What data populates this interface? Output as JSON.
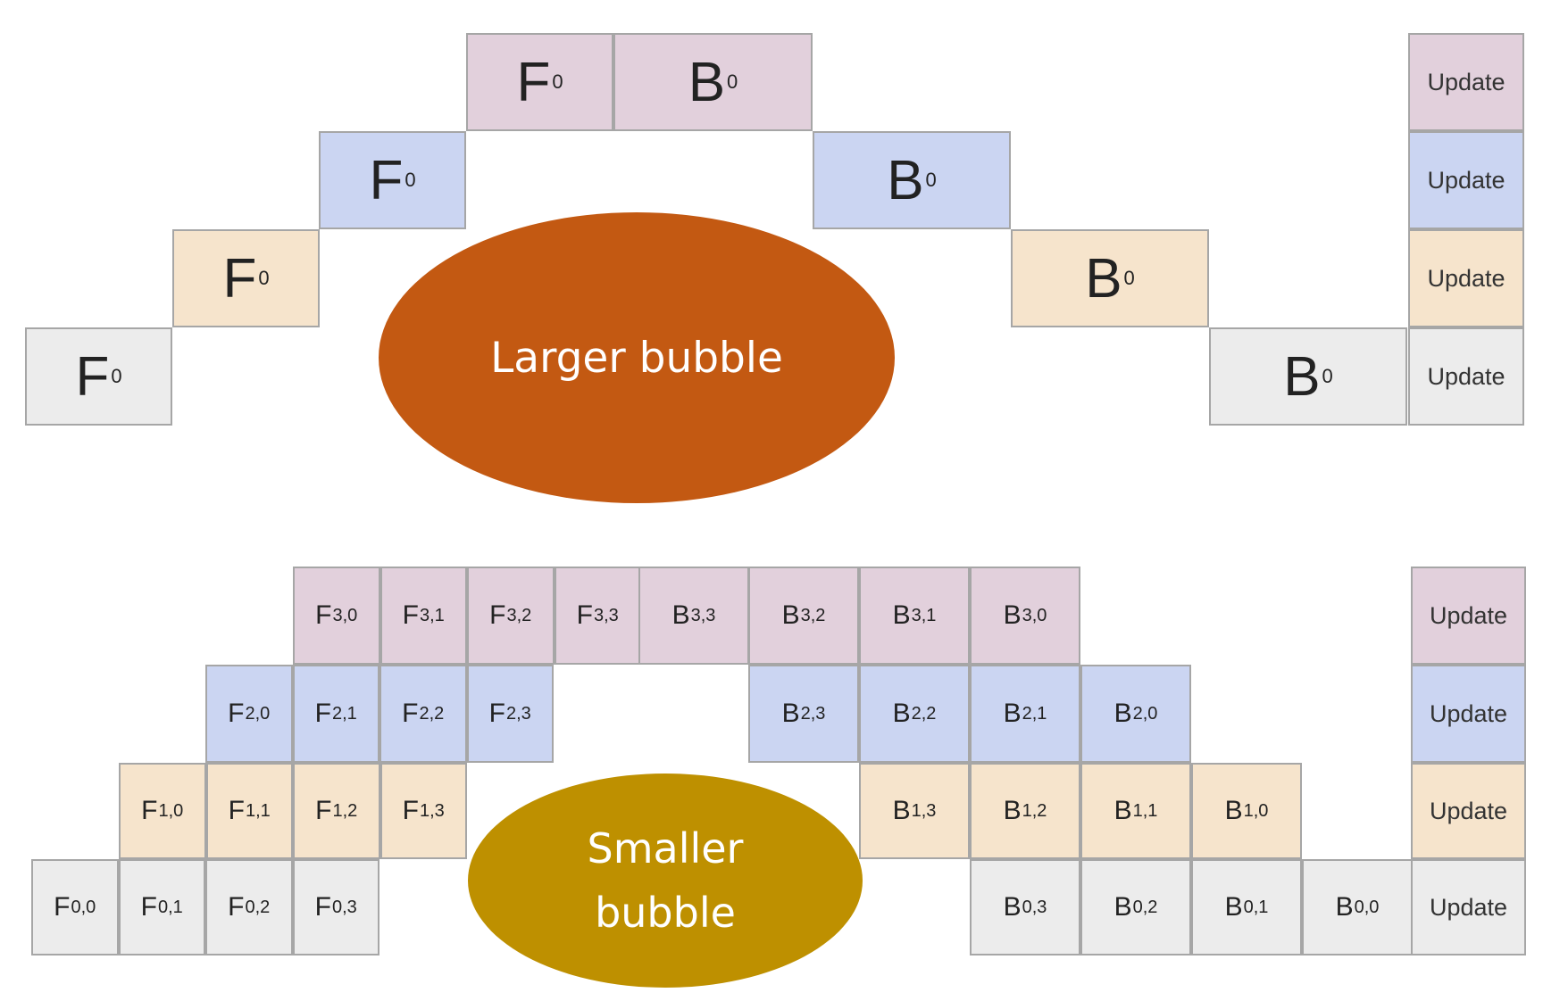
{
  "colors": {
    "stage_3": "#e2d0dc",
    "stage_2": "#cbd5f2",
    "stage_1": "#f6e4cc",
    "stage_0": "#ececec",
    "large_bubble": "#c35912",
    "small_bubble": "#be9000"
  },
  "update_label": "Update",
  "top_diagram": {
    "stages": [
      {
        "stage": 3,
        "forward": [
          {
            "letter": "F",
            "index": "0"
          }
        ],
        "backward": [
          {
            "letter": "B",
            "index": "0"
          }
        ]
      },
      {
        "stage": 2,
        "forward": [
          {
            "letter": "F",
            "index": "0"
          }
        ],
        "backward": [
          {
            "letter": "B",
            "index": "0"
          }
        ]
      },
      {
        "stage": 1,
        "forward": [
          {
            "letter": "F",
            "index": "0"
          }
        ],
        "backward": [
          {
            "letter": "B",
            "index": "0"
          }
        ]
      },
      {
        "stage": 0,
        "forward": [
          {
            "letter": "F",
            "index": "0"
          }
        ],
        "backward": [
          {
            "letter": "B",
            "index": "0"
          }
        ]
      }
    ],
    "bubble_label": "Larger bubble"
  },
  "bottom_diagram": {
    "stages": [
      {
        "stage": 3,
        "forward": [
          {
            "letter": "F",
            "index": "3,0"
          },
          {
            "letter": "F",
            "index": "3,1"
          },
          {
            "letter": "F",
            "index": "3,2"
          },
          {
            "letter": "F",
            "index": "3,3"
          }
        ],
        "backward": [
          {
            "letter": "B",
            "index": "3,3"
          },
          {
            "letter": "B",
            "index": "3,2"
          },
          {
            "letter": "B",
            "index": "3,1"
          },
          {
            "letter": "B",
            "index": "3,0"
          }
        ]
      },
      {
        "stage": 2,
        "forward": [
          {
            "letter": "F",
            "index": "2,0"
          },
          {
            "letter": "F",
            "index": "2,1"
          },
          {
            "letter": "F",
            "index": "2,2"
          },
          {
            "letter": "F",
            "index": "2,3"
          }
        ],
        "backward": [
          {
            "letter": "B",
            "index": "2,3"
          },
          {
            "letter": "B",
            "index": "2,2"
          },
          {
            "letter": "B",
            "index": "2,1"
          },
          {
            "letter": "B",
            "index": "2,0"
          }
        ]
      },
      {
        "stage": 1,
        "forward": [
          {
            "letter": "F",
            "index": "1,0"
          },
          {
            "letter": "F",
            "index": "1,1"
          },
          {
            "letter": "F",
            "index": "1,2"
          },
          {
            "letter": "F",
            "index": "1,3"
          }
        ],
        "backward": [
          {
            "letter": "B",
            "index": "1,3"
          },
          {
            "letter": "B",
            "index": "1,2"
          },
          {
            "letter": "B",
            "index": "1,1"
          },
          {
            "letter": "B",
            "index": "1,0"
          }
        ]
      },
      {
        "stage": 0,
        "forward": [
          {
            "letter": "F",
            "index": "0,0"
          },
          {
            "letter": "F",
            "index": "0,1"
          },
          {
            "letter": "F",
            "index": "0,2"
          },
          {
            "letter": "F",
            "index": "0,3"
          }
        ],
        "backward": [
          {
            "letter": "B",
            "index": "0,3"
          },
          {
            "letter": "B",
            "index": "0,2"
          },
          {
            "letter": "B",
            "index": "0,1"
          },
          {
            "letter": "B",
            "index": "0,0"
          }
        ]
      }
    ],
    "bubble_label_lines": [
      "Smaller",
      "bubble"
    ]
  }
}
